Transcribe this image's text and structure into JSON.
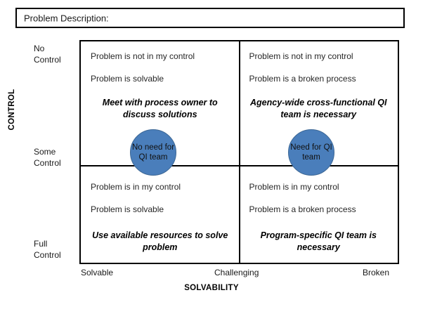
{
  "header": {
    "problem_description_label": "Problem Description:",
    "problem_description_value": ""
  },
  "axes": {
    "y_title": "CONTROL",
    "x_title": "SOLVABILITY",
    "y_ticks": [
      "No\nControl",
      "Some\nControl",
      "Full\nControl"
    ],
    "y_tick_no_control": "No Control",
    "y_tick_some_control": "Some Control",
    "y_tick_full_control": "Full Control",
    "x_tick_solvable": "Solvable",
    "x_tick_challenging": "Challenging",
    "x_tick_broken": "Broken"
  },
  "quadrants": {
    "top_left": {
      "line1": "Problem is not in my control",
      "line2": "Problem is solvable",
      "action": "Meet with process owner to discuss solutions"
    },
    "top_right": {
      "line1": "Problem is not in my control",
      "line2": "Problem is a broken process",
      "action": "Agency-wide cross-functional QI team is necessary"
    },
    "bottom_left": {
      "line1": "Problem is in my control",
      "line2": "Problem is solvable",
      "action": "Use available resources to solve problem"
    },
    "bottom_right": {
      "line1": "Problem is in my control",
      "line2": "Problem is a broken process",
      "action": "Program-specific QI team is necessary"
    }
  },
  "bubbles": {
    "left": "No need for QI team",
    "right": "Need for QI team"
  },
  "colors": {
    "bubble_fill": "#4a7ebb",
    "bubble_stroke": "#3c6795",
    "frame_line": "#000000",
    "body_text": "#262626"
  },
  "chart_data": {
    "type": "scatter",
    "title": "",
    "xlabel": "SOLVABILITY",
    "ylabel": "CONTROL",
    "x_ticks": [
      "Solvable",
      "Challenging",
      "Broken"
    ],
    "y_ticks": [
      "No Control",
      "Some Control",
      "Full Control"
    ],
    "grid": true,
    "legend": "none",
    "points": [
      {
        "label": "No need for QI team",
        "x": "Solvable-to-Challenging",
        "y": "Some Control",
        "color": "#4a7ebb"
      },
      {
        "label": "Need for QI team",
        "x": "Challenging-to-Broken",
        "y": "Some Control",
        "color": "#4a7ebb"
      }
    ],
    "quadrant_cells": [
      {
        "position": "top-left",
        "x": "Solvable",
        "y": "No Control",
        "conditions": [
          "Problem is not in my control",
          "Problem is solvable"
        ],
        "action": "Meet with process owner to discuss solutions"
      },
      {
        "position": "top-right",
        "x": "Broken",
        "y": "No Control",
        "conditions": [
          "Problem is not in my control",
          "Problem is a broken process"
        ],
        "action": "Agency-wide cross-functional QI team is necessary"
      },
      {
        "position": "bottom-left",
        "x": "Solvable",
        "y": "Full Control",
        "conditions": [
          "Problem is in my control",
          "Problem is solvable"
        ],
        "action": "Use available resources to solve problem"
      },
      {
        "position": "bottom-right",
        "x": "Broken",
        "y": "Full Control",
        "conditions": [
          "Problem is in my control",
          "Problem is a broken process"
        ],
        "action": "Program-specific QI team is necessary"
      }
    ]
  }
}
